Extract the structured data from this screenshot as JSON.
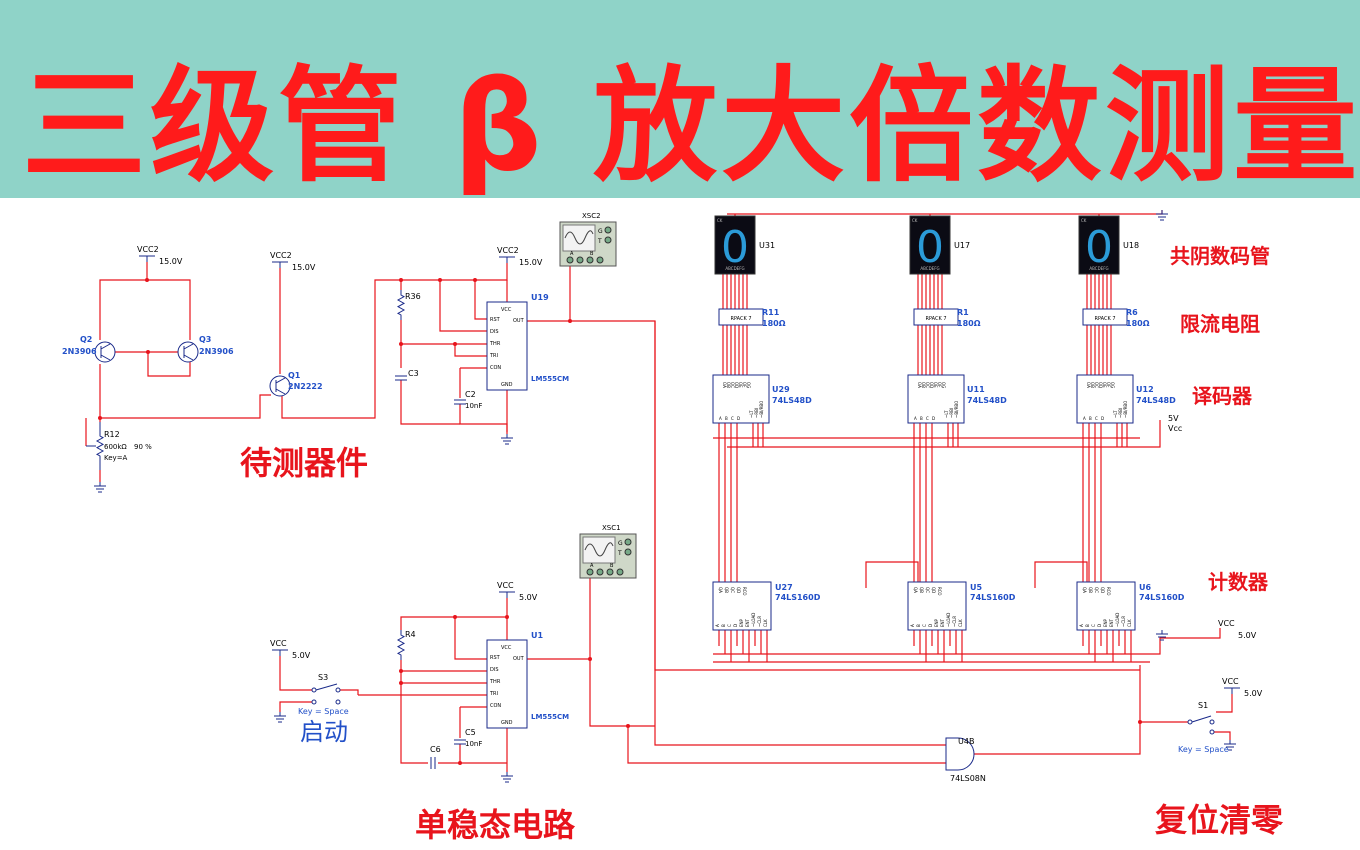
{
  "banner": {
    "title": "三级管 β 放大倍数测量",
    "bg_color": "#8fd3c8",
    "title_color": "#ff1b1b"
  },
  "annotations": {
    "dut": "待测器件",
    "start": "启动",
    "monostable": "单稳态电路",
    "reset": "复位清零",
    "display": "共阴数码管",
    "resistor": "限流电阻",
    "decoder": "译码器",
    "counter": "计数器"
  },
  "components": {
    "vcc2_a": {
      "name": "VCC2",
      "value": "15.0V"
    },
    "vcc2_b": {
      "name": "VCC2",
      "value": "15.0V"
    },
    "vcc2_c": {
      "name": "VCC2",
      "value": "15.0V"
    },
    "q2": {
      "ref": "Q2",
      "part": "2N3906"
    },
    "q3": {
      "ref": "Q3",
      "part": "2N3906"
    },
    "q1": {
      "ref": "Q1",
      "part": "2N2222"
    },
    "r12": {
      "ref": "R12",
      "value": "600kΩ",
      "pct": "90 %",
      "key": "Key=A"
    },
    "r36": {
      "ref": "R36"
    },
    "c3": {
      "ref": "C3"
    },
    "c2": {
      "ref": "C2",
      "value": "10nF"
    },
    "u19": {
      "ref": "U19",
      "part": "LM555CM"
    },
    "xsc2": {
      "ref": "XSC2"
    },
    "xsc1": {
      "ref": "XSC1"
    },
    "vcc_u1": {
      "name": "VCC",
      "value": "5.0V"
    },
    "vcc_s3": {
      "name": "VCC",
      "value": "5.0V"
    },
    "s3": {
      "ref": "S3",
      "key": "Key = Space"
    },
    "r4": {
      "ref": "R4"
    },
    "c5": {
      "ref": "C5",
      "value": "10nF"
    },
    "c6": {
      "ref": "C6"
    },
    "u1": {
      "ref": "U1",
      "part": "LM555CM"
    },
    "u4b": {
      "ref": "U4B",
      "part": "74LS08N"
    },
    "s1": {
      "ref": "S1",
      "key": "Key = Space"
    },
    "vcc_s1": {
      "name": "VCC",
      "value": "5.0V"
    },
    "vcc_cnt": {
      "name": "VCC",
      "value": "5.0V"
    },
    "vcc_dec": {
      "name": "Vcc",
      "value": "5V"
    }
  },
  "digits": [
    {
      "disp": "U31",
      "rpack": "R11",
      "rval": "180Ω",
      "dec": "U29",
      "dec_part": "74LS48D",
      "cnt": "U27",
      "cnt_part": "74LS160D"
    },
    {
      "disp": "U17",
      "rpack": "R1",
      "rval": "180Ω",
      "dec": "U11",
      "dec_part": "74LS48D",
      "cnt": "U5",
      "cnt_part": "74LS160D"
    },
    {
      "disp": "U18",
      "rpack": "R6",
      "rval": "180Ω",
      "dec": "U12",
      "dec_part": "74LS48D",
      "cnt": "U6",
      "cnt_part": "74LS160D"
    }
  ],
  "chip_pins": {
    "ne555_left": [
      "RST",
      "DIS",
      "THR",
      "TRI",
      "CON"
    ],
    "ne555_top": "VCC",
    "ne555_bottom": "GND",
    "ne555_right": "OUT",
    "rpack_label": "RPACK 7",
    "dec_top": [
      "OA",
      "OB",
      "OC",
      "OD",
      "OE",
      "OF",
      "OG"
    ],
    "dec_bottom": [
      "A",
      "B",
      "C",
      "D"
    ],
    "dec_bottom_right": [
      "~LT",
      "~RBI",
      "~BI/RBO"
    ],
    "cnt_top": [
      "QA",
      "QB",
      "QC",
      "QD",
      "RCO"
    ],
    "cnt_bottom": [
      "A",
      "B",
      "C",
      "D",
      "ENP",
      "ENT",
      "~LOAD",
      "~CLR",
      "CLK"
    ],
    "display_pins": "ABCDEFG",
    "display_ck": "CK",
    "display_digit": "0",
    "scope_pins": [
      "G",
      "T",
      "A",
      "B"
    ]
  }
}
